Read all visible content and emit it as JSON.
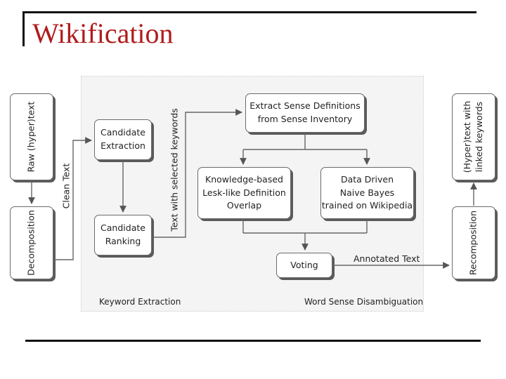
{
  "slide": {
    "title": "Wikification"
  },
  "diagram": {
    "nodes": {
      "raw_text": "Raw (hyper)text",
      "decomposition": "Decomposition",
      "candidate_extraction": [
        "Candidate",
        "Extraction"
      ],
      "candidate_ranking": [
        "Candidate",
        "Ranking"
      ],
      "extract_sense": [
        "Extract Sense Definitions",
        "from Sense Inventory"
      ],
      "knowledge_based": [
        "Knowledge-based",
        "Lesk-like Definition",
        "Overlap"
      ],
      "data_driven": [
        "Data Driven",
        "Naive Bayes",
        "trained on Wikipedia"
      ],
      "voting": "Voting",
      "hypertext_linked": [
        "(Hyper)text with",
        "linked keywords"
      ],
      "recomposition": "Recomposition"
    },
    "edge_labels": {
      "clean_text": "Clean Text",
      "text_selected_keywords": "Text with selected keywords",
      "annotated_text": "Annotated Text"
    },
    "panel_labels": {
      "keyword_extraction": "Keyword Extraction",
      "word_sense_disambiguation": "Word Sense Disambiguation"
    }
  }
}
